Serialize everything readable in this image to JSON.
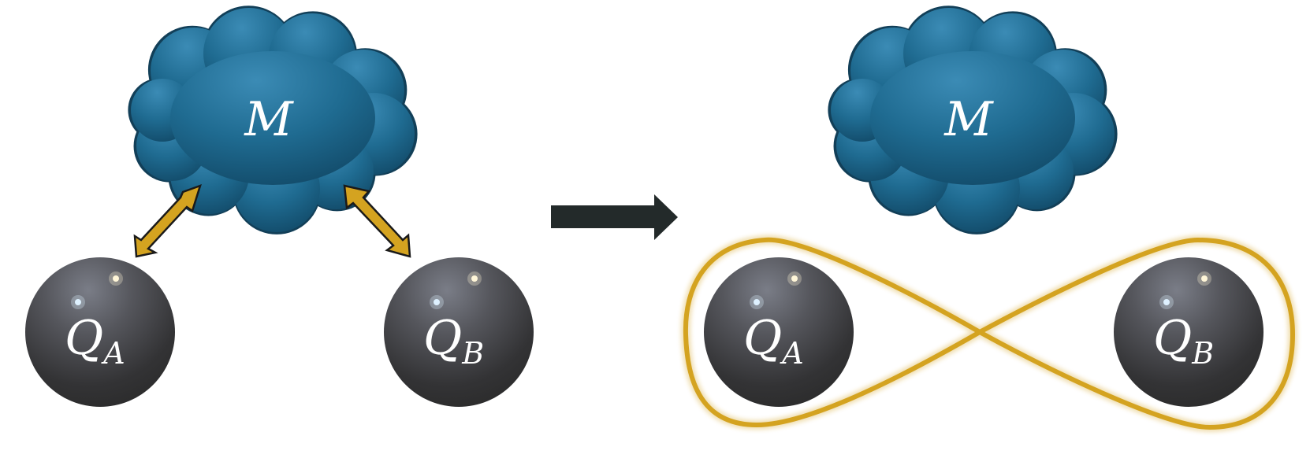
{
  "left_panel": {
    "cloud": {
      "label": "M"
    },
    "qubit_a": {
      "letter": "Q",
      "subscript": "A"
    },
    "qubit_b": {
      "letter": "Q",
      "subscript": "B"
    }
  },
  "right_panel": {
    "cloud": {
      "label": "M"
    },
    "qubit_a": {
      "letter": "Q",
      "subscript": "A"
    },
    "qubit_b": {
      "letter": "Q",
      "subscript": "B"
    }
  },
  "colors": {
    "cloud": "#1f6b91",
    "sphere": "#3a3a3d",
    "interaction_arrows": "#d4a320",
    "entanglement_loop": "#d4a320",
    "transition_arrow": "#232a2a"
  }
}
